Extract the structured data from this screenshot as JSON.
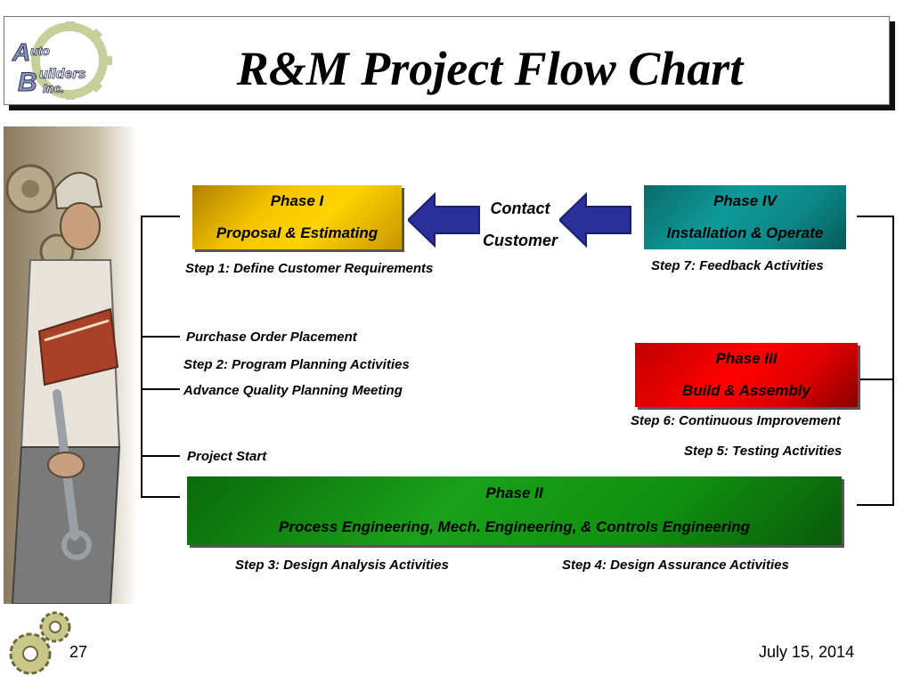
{
  "title": "R&M Project Flow Chart",
  "logo_text": "Auto Builders Inc.",
  "phases": {
    "phase1": {
      "name": "Phase I",
      "desc": "Proposal & Estimating"
    },
    "phase2": {
      "name": "Phase II",
      "desc": "Process Engineering, Mech. Engineering, & Controls Engineering"
    },
    "phase3": {
      "name": "Phase III",
      "desc": "Build & Assembly"
    },
    "phase4": {
      "name": "Phase IV",
      "desc": "Installation & Operate"
    }
  },
  "contact": {
    "line1": "Contact",
    "line2": "Customer"
  },
  "steps": {
    "step1": "Step 1: Define Customer Requirements",
    "step2": "Step 2: Program Planning Activities",
    "step3": "Step 3: Design Analysis Activities",
    "step4": "Step 4: Design Assurance Activities",
    "step5": "Step 5: Testing Activities",
    "step6": "Step 6: Continuous Improvement",
    "step7": "Step 7: Feedback Activities"
  },
  "milestones": {
    "po": "Purchase Order Placement",
    "aqp": "Advance Quality Planning Meeting",
    "start": "Project Start"
  },
  "footer": {
    "page": "27",
    "date": "July 15, 2014"
  },
  "colors": {
    "arrow": "#2a2f9a",
    "phase1": "#ffd400",
    "phase2": "#1aa01a",
    "phase3": "#ff0000",
    "phase4": "#0f9a9a"
  }
}
